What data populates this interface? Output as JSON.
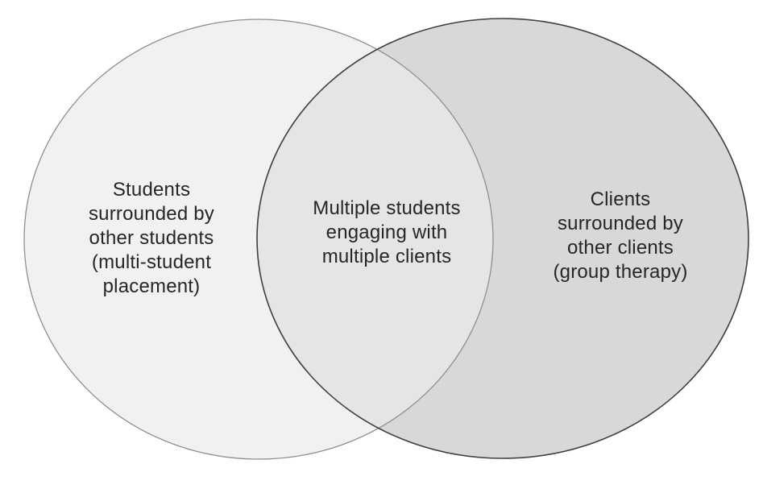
{
  "diagram": {
    "type": "venn-2-circle",
    "background_color": "#ffffff",
    "text_color": "#262626",
    "sets": {
      "left": {
        "text": "Students surrounded by other students (multi-student placement)",
        "label_lines": [
          "Students",
          "surrounded by",
          "other students",
          "(multi-student",
          "placement)"
        ],
        "fill": "#f1f1f1",
        "stroke": "#8f8f8f"
      },
      "right": {
        "text": "Clients surrounded by other clients (group therapy)",
        "label_lines": [
          "Clients",
          "surrounded by",
          "other clients",
          "(group therapy)"
        ],
        "fill": "#d8d8d8",
        "stroke": "#3f3f3f"
      },
      "intersection": {
        "text": "Multiple students engaging with multiple clients",
        "label_lines": [
          "Multiple students",
          "engaging with",
          "multiple clients"
        ],
        "fill": "#e5e5e5"
      }
    }
  }
}
